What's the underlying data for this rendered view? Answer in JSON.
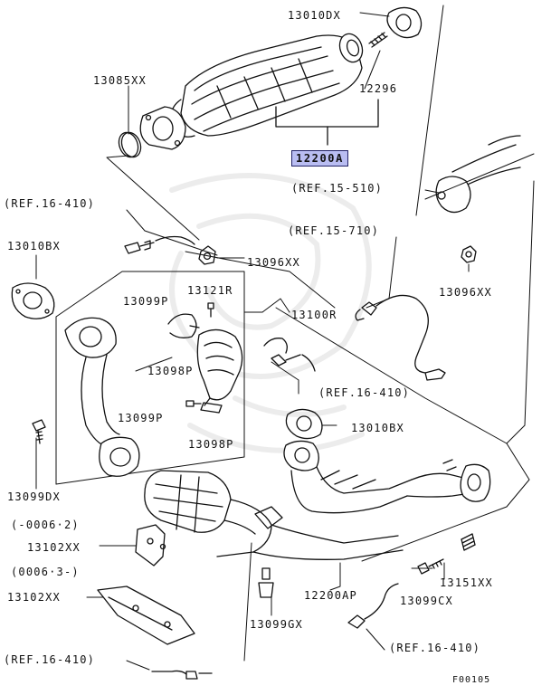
{
  "diagram": {
    "highlight_part": "12200A",
    "figure_code": "F00105",
    "labels": {
      "p13010dx": "13010DX",
      "p13085xx": "13085XX",
      "p12296": "12296",
      "ref_15_510": "(REF.15-510)",
      "ref_16_410_a": "(REF.16-410)",
      "p13010bx_a": "13010BX",
      "p13096xx_a": "13096XX",
      "ref_15_710": "(REF.15-710)",
      "p13096xx_b": "13096XX",
      "p13099p_a": "13099P",
      "p13121r": "13121R",
      "p13100r": "13100R",
      "p13098p_a": "13098P",
      "ref_16_410_b": "(REF.16-410)",
      "p13099p_b": "13099P",
      "p13010bx_b": "13010BX",
      "p13098p_b": "13098P",
      "p13099dx": "13099DX",
      "date_a": "(-0006·2)",
      "p13102xx_a": "13102XX",
      "date_b": "(0006·3-)",
      "p13102xx_b": "13102XX",
      "p12200ap": "12200AP",
      "p13151xx": "13151XX",
      "p13099cx": "13099CX",
      "p13099gx": "13099GX",
      "ref_16_410_c": "(REF.16-410)",
      "ref_16_410_d": "(REF.16-410)"
    }
  }
}
